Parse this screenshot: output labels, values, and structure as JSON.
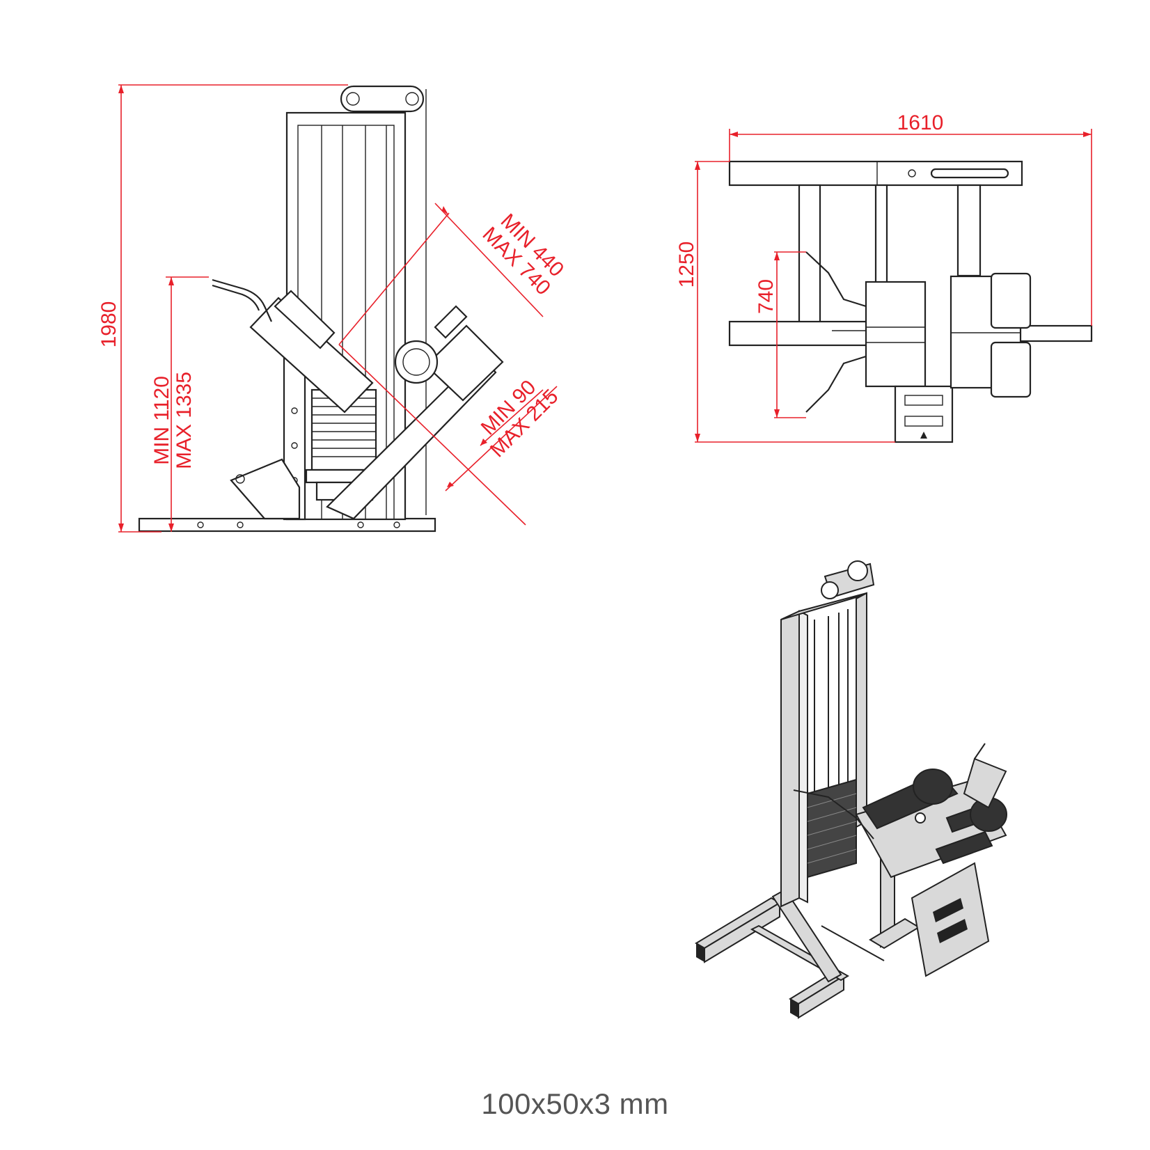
{
  "side_view": {
    "overall_height": "1980",
    "seat_height_min": "MIN 1120",
    "seat_height_max": "MAX 1335",
    "backrest_min": "MIN 440",
    "backrest_max": "MAX 740",
    "footplate_min": "MIN 90",
    "footplate_max": "MAX 215"
  },
  "top_view": {
    "overall_width": "1610",
    "overall_depth": "1250",
    "inner_width": "740"
  },
  "caption": "100x50x3 mm",
  "colors": {
    "dimension": "#e8202a",
    "outline": "#222222",
    "caption": "#555555",
    "padding": "#333333",
    "frame_fill": "#d9d9d9"
  }
}
